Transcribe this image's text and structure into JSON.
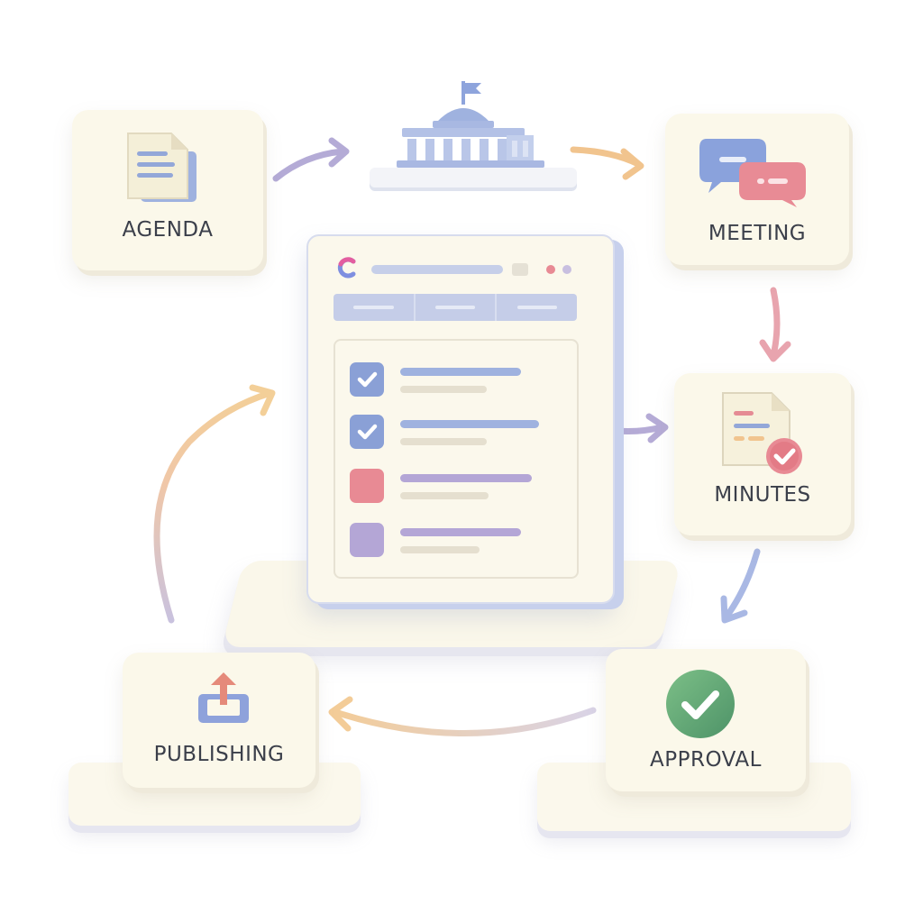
{
  "steps": {
    "agenda": {
      "label": "AGENDA",
      "icon": "document-icon"
    },
    "meeting": {
      "label": "MEETING",
      "icon": "chat-bubbles-icon"
    },
    "minutes": {
      "label": "MINUTES",
      "icon": "document-check-icon"
    },
    "approval": {
      "label": "APPROVAL",
      "icon": "check-circle-icon"
    },
    "publishing": {
      "label": "PUBLISHING",
      "icon": "upload-tray-icon"
    }
  },
  "center": {
    "capitol_icon": "capitol-building-icon",
    "app_logo_icon": "c-logo-icon",
    "tasks": [
      {
        "state": "checked",
        "color": "#8aa0d6"
      },
      {
        "state": "checked",
        "color": "#8aa0d6"
      },
      {
        "state": "empty",
        "color": "#e88a94"
      },
      {
        "state": "empty",
        "color": "#b4a6d6"
      }
    ]
  },
  "colors": {
    "blue": "#8aa0d6",
    "pink": "#e88a94",
    "lavender": "#b4a6d6",
    "peach": "#f0c48e",
    "green": "#5fa275",
    "card": "#fbf8ea"
  }
}
